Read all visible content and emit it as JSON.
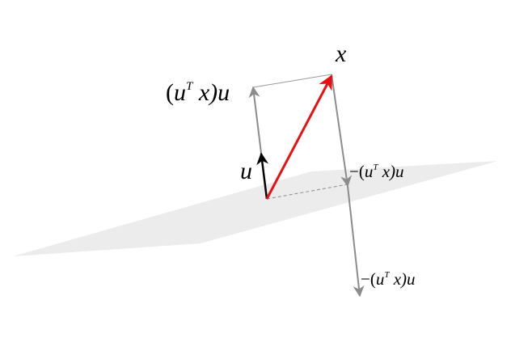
{
  "diagram": {
    "labels": {
      "x": "x",
      "u": "u",
      "proj_top": {
        "open": "(",
        "u": "u",
        "sup": "T",
        "x": " x",
        "close": ")u"
      },
      "proj_mid": {
        "minus": "−",
        "open": "(",
        "u": "u",
        "sup": "T",
        "x": " x",
        "close": ")u"
      },
      "proj_bottom": {
        "minus": "−",
        "open": "(",
        "u": "u",
        "sup": "T",
        "x": " x",
        "close": ")u"
      }
    },
    "colors": {
      "x_vector": "#e81010",
      "u_vector": "#000000",
      "projection_arrows": "#8c8c8c",
      "plane": "#ececec",
      "dashed": "#8c8c8c"
    }
  }
}
